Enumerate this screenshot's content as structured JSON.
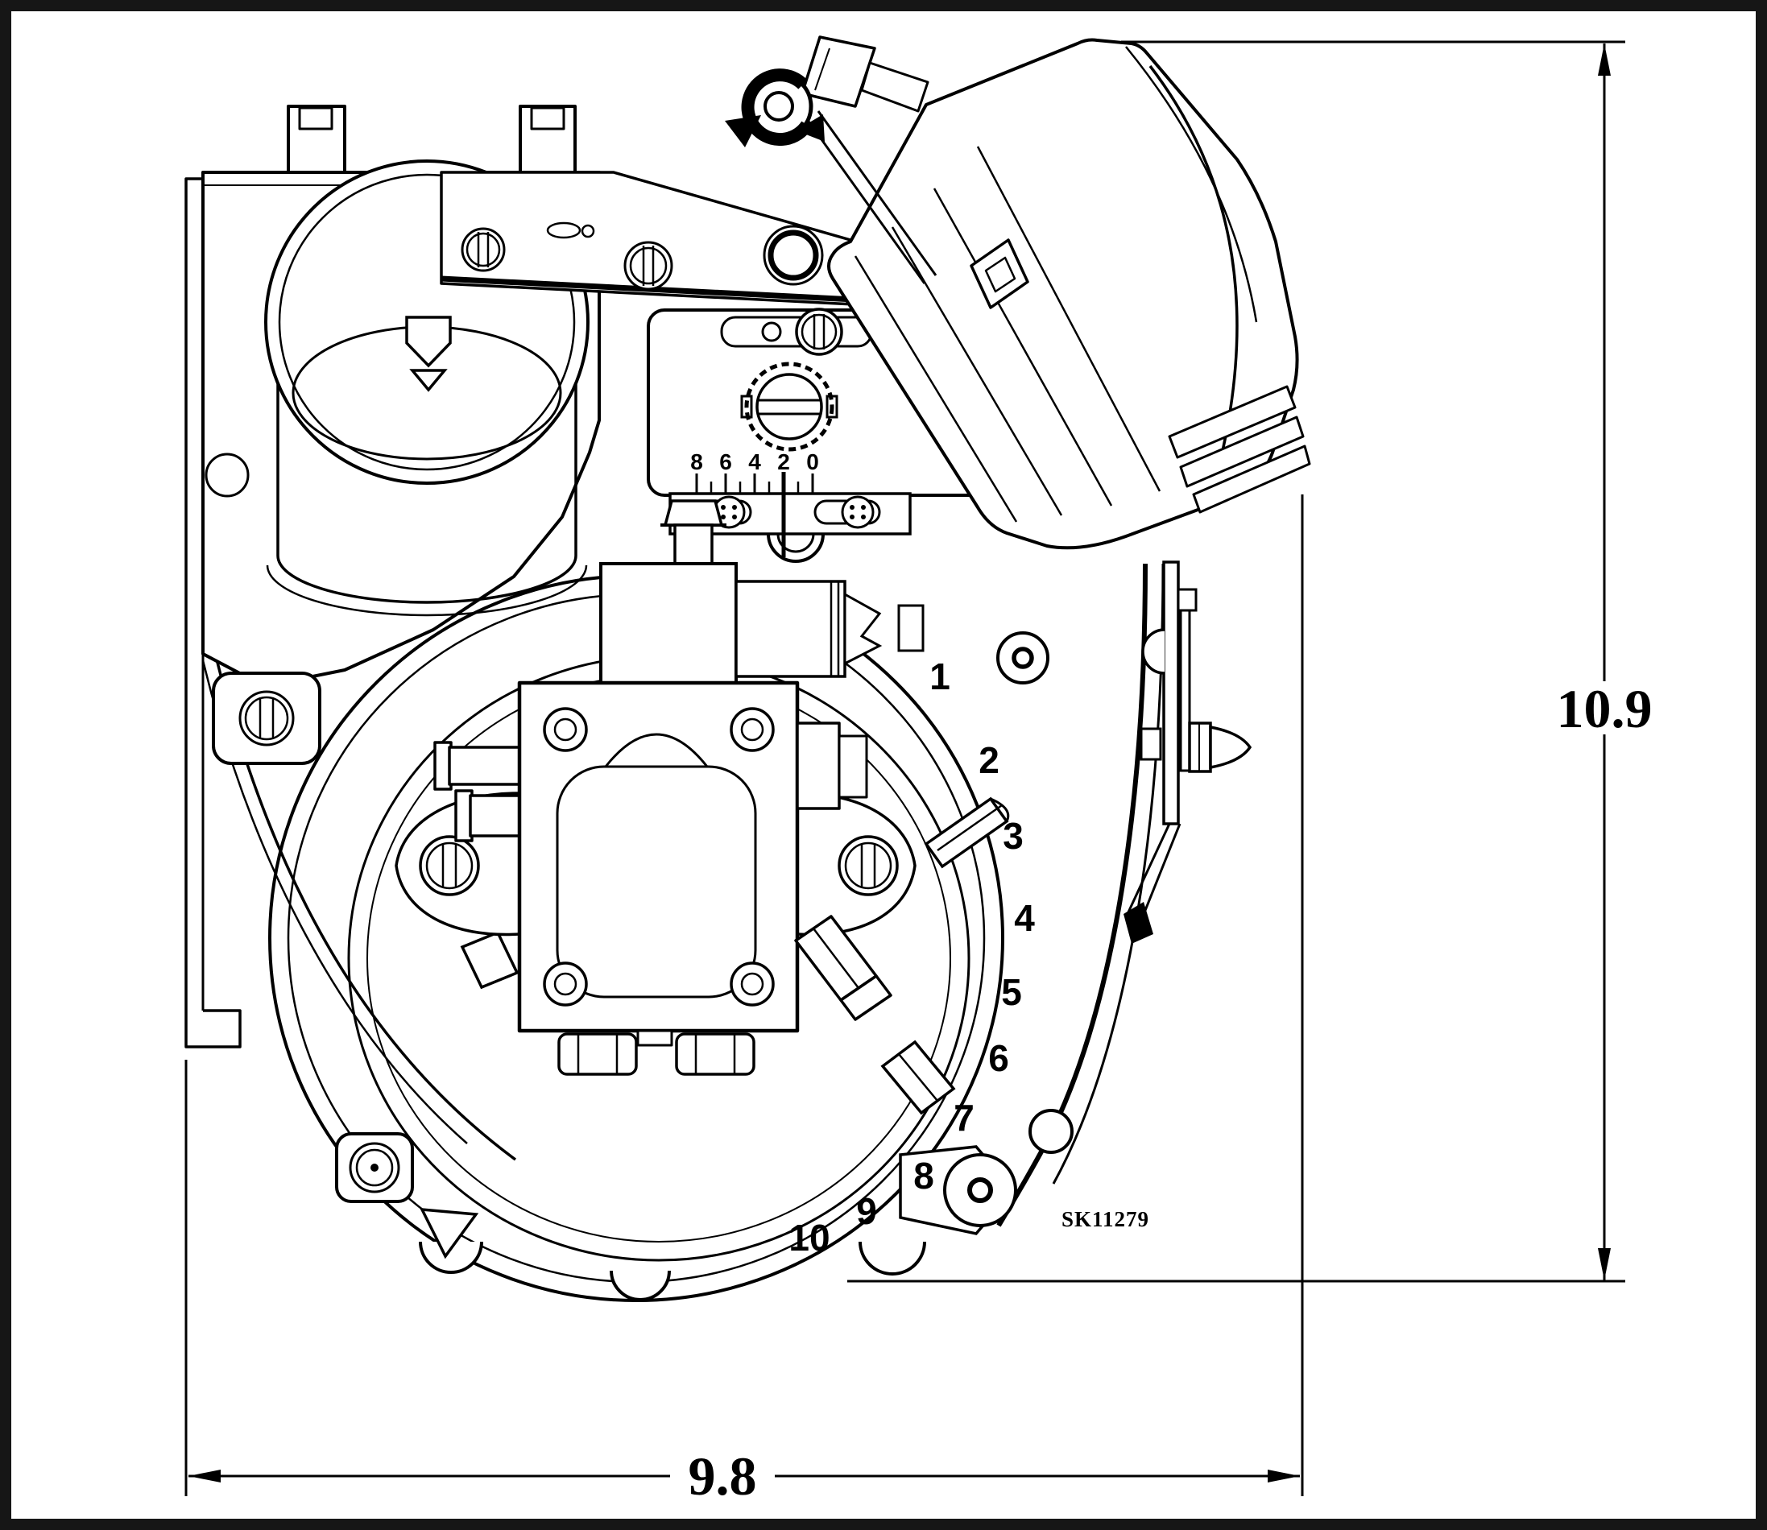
{
  "figure": {
    "type": "engine-technical-drawing",
    "description": "Side elevation line drawing of a small engine showing blower housing, carburetor, governor scale and muffler",
    "part_number": "SK11279"
  },
  "dimensions": {
    "height_label": "10.9",
    "width_label": "9.8"
  },
  "governor_scale": {
    "labels": [
      "8",
      "6",
      "4",
      "2",
      "0"
    ]
  },
  "callouts": [
    "1",
    "2",
    "3",
    "4",
    "5",
    "6",
    "7",
    "8",
    "9",
    "10"
  ],
  "colors": {
    "line": "#000000",
    "background": "#ffffff",
    "frame": "#161616"
  }
}
